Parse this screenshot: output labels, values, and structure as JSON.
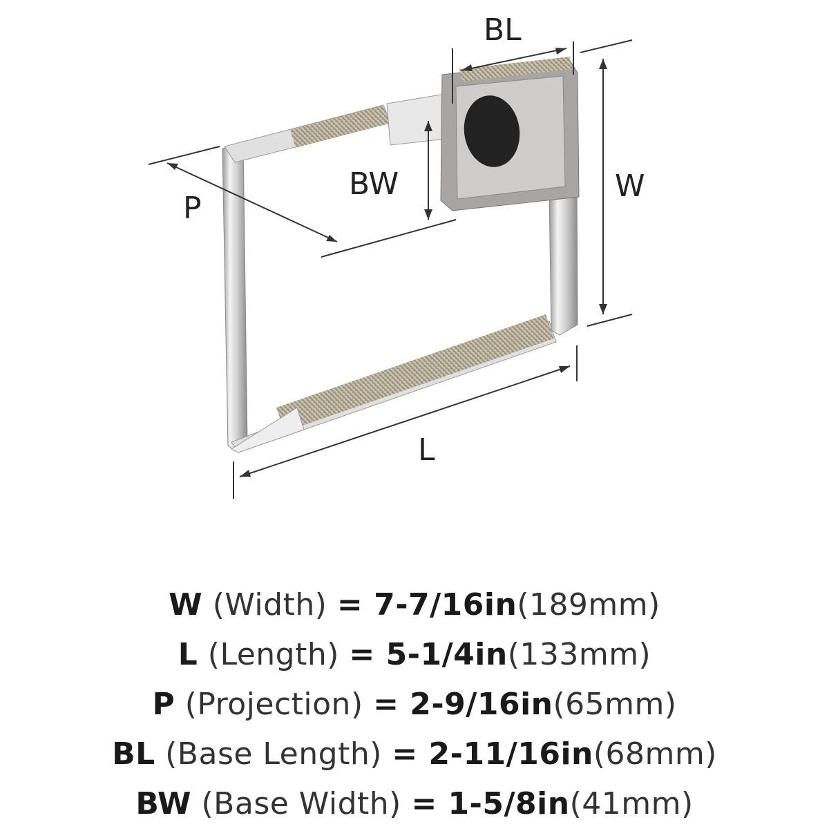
{
  "diagram": {
    "labels": {
      "bl": "BL",
      "w": "W",
      "bw": "BW",
      "p": "P",
      "l": "L"
    },
    "colors": {
      "chrome": "#d9d9d9",
      "knurl": "#b8ae98",
      "line": "#333333"
    }
  },
  "specs": [
    {
      "code": "W",
      "name": "(Width)",
      "value": "= 7-7/16in",
      "metric": "(189mm)"
    },
    {
      "code": "L",
      "name": "(Length)",
      "value": "= 5-1/4in",
      "metric": "(133mm)"
    },
    {
      "code": "P",
      "name": "(Projection)",
      "value": "= 2-9/16in",
      "metric": "(65mm)"
    },
    {
      "code": "BL",
      "name": "(Base Length)",
      "value": "= 2-11/16in",
      "metric": "(68mm)"
    },
    {
      "code": "BW",
      "name": "(Base Width)",
      "value": "= 1-5/8in",
      "metric": "(41mm)"
    }
  ]
}
